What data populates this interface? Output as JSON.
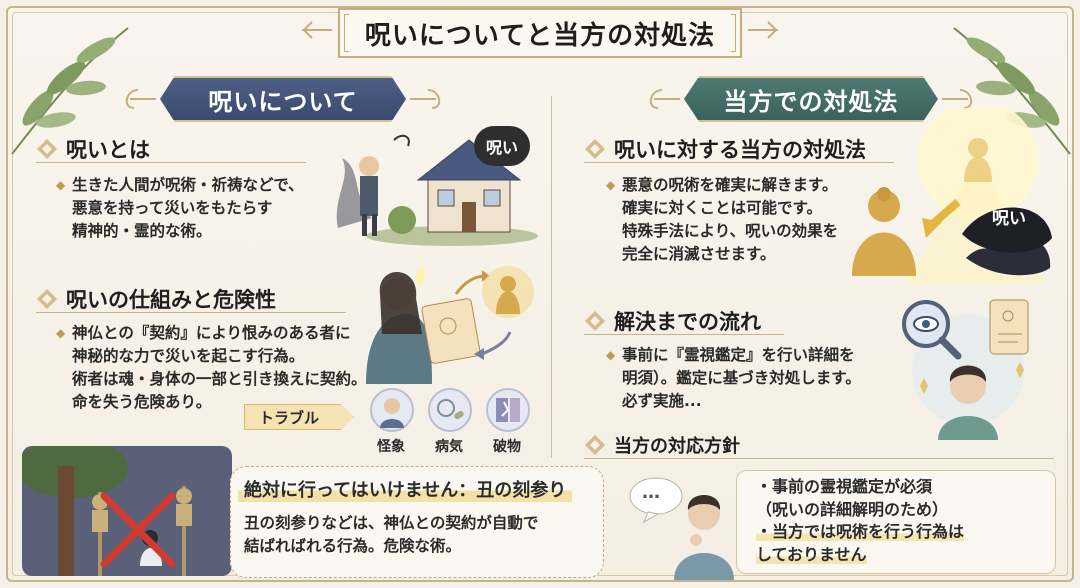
{
  "title": "呪いについてと当方の対処法",
  "left": {
    "banner": "呪いについて",
    "section1": {
      "heading": "呪いとは",
      "lines": [
        "生きた人間が呪術・祈祷などで、",
        "悪意を持って災いをもたらす",
        "精神的・霊的な術。"
      ],
      "bubble": "呪い"
    },
    "section2": {
      "heading": "呪いの仕組みと危険性",
      "lines": [
        "神仏との『契約』により恨みのある者に",
        "神秘的な力で災いを起こす行為。",
        "術者は魂・身体の一部と引き換えに契約。",
        "命を失う危険あり。"
      ],
      "trouble_label": "トラブル",
      "trouble_items": [
        "怪象",
        "病気",
        "破物"
      ]
    },
    "warning": {
      "title": "絶対に行ってはいけません：丑の刻参り",
      "lines": [
        "丑の刻参りなどは、神仏との契約が自動で",
        "結ばればれる行為。危険な術。"
      ]
    }
  },
  "right": {
    "banner": "当方での対処法",
    "section1": {
      "heading": "呪いに対する当方の対処法",
      "lines": [
        "悪意の呪術を確実に解きます。",
        "確実に対くことは可能です。",
        "特殊手法により、呪いの効果を",
        "完全に消滅させます。"
      ],
      "cloud_label": "呪い"
    },
    "section2": {
      "heading": "解決までの流れ",
      "lines": [
        "事前に『霊視鑑定』を行い詳細を",
        "明須）。鑑定に基づき対処します。",
        "必ず実施..."
      ]
    },
    "section3": {
      "heading": "当方の対応方針",
      "lines": [
        "・事前の霊視鑑定が必須",
        "（呪いの詳細解明のため）",
        "・当方では呪術を行う行為は",
        "しておりません"
      ],
      "speech": "…"
    }
  },
  "colors": {
    "left_banner": "#3b4a6e",
    "right_banner": "#3a625c",
    "gold": "#c6ad7c",
    "highlight": "#f3e1a8"
  }
}
